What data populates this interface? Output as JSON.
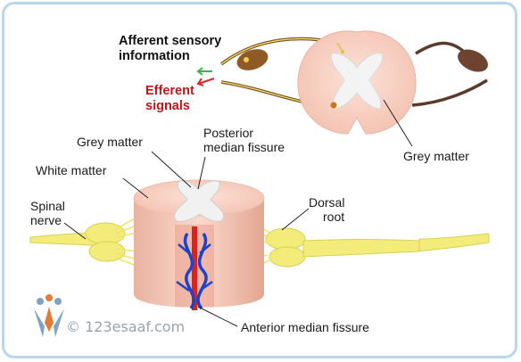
{
  "top_diagram": {
    "afferent_line1": "Afferent sensory",
    "afferent_line2": "information",
    "efferent_line1": "Efferent",
    "efferent_line2": "signals",
    "grey_matter": "Grey matter"
  },
  "bottom_diagram": {
    "grey_matter": "Grey matter",
    "posterior_line1": "Posterior",
    "posterior_line2": "median fissure",
    "white_matter": "White matter",
    "spinal_line1": "Spinal",
    "spinal_line2": "nerve",
    "dorsal_line1": "Dorsal",
    "dorsal_line2": "root",
    "anterior": "Anterior median fissure"
  },
  "watermark": "© 123esaaf.com",
  "colors": {
    "frame": "#b9d6ea",
    "white_matter": "#f7cfc2",
    "grey_matter": "#f2f2f2",
    "nerve": "#f3ec7a",
    "efferent_arrow": "#e0242a",
    "afferent_arrow": "#3bb34a",
    "nerve_fiber": "#8a5a2b",
    "artery": "#d8231f",
    "vein": "#1d43c8"
  }
}
